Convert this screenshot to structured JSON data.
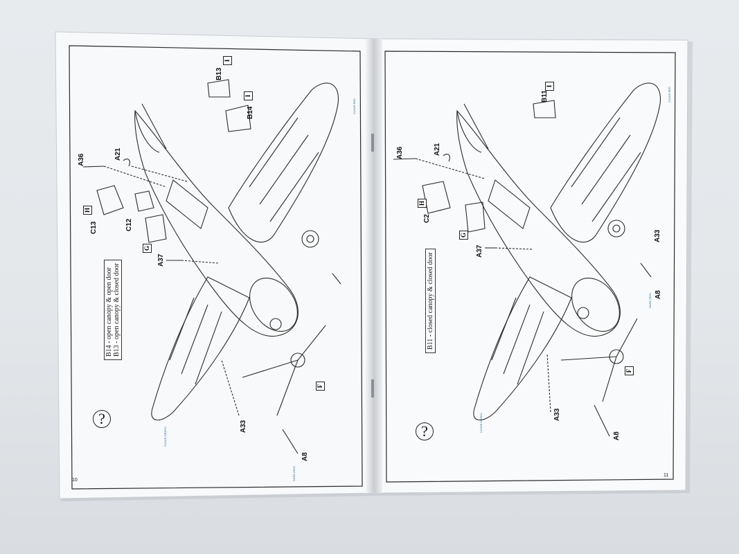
{
  "left_page": {
    "page_number": "10",
    "step_symbol": "?",
    "note_lines": [
      "B14 - open canopy & open door",
      "B13 - open canopy & closed door"
    ],
    "part_labels": [
      "B13",
      "B14",
      "A36",
      "A21",
      "C13",
      "C12",
      "A37",
      "A33",
      "A8"
    ],
    "box_letters": [
      "H",
      "G",
      "F",
      "I",
      "I"
    ],
    "color_callouts": [
      "CLEAR RED",
      "CLEAR GREEN",
      "DARK IRON"
    ]
  },
  "right_page": {
    "page_number": "11",
    "step_symbol": "?",
    "note_lines": [
      "B11 - closed canopy & closed door"
    ],
    "part_labels": [
      "B11",
      "A36",
      "A21",
      "C2",
      "A37",
      "A33",
      "A8",
      "A33",
      "A8"
    ],
    "box_letters": [
      "H",
      "G",
      "F",
      "I"
    ],
    "color_callouts": [
      "CLEAR RED",
      "CLEAR GREEN",
      "DARK IRON"
    ]
  },
  "colors": {
    "background": "#e3e7ea",
    "paper": "#fafbfc",
    "ink": "#1a1a1a",
    "callout": "#3b8fc6"
  }
}
